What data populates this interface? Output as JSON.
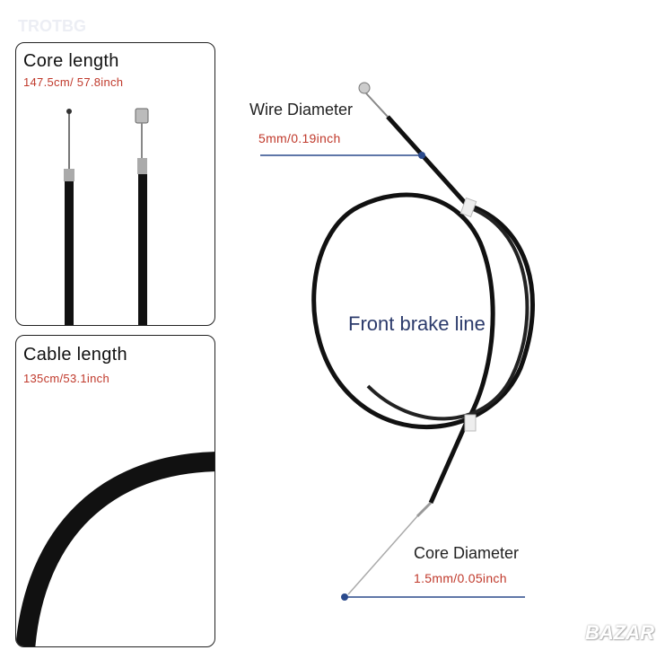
{
  "watermark": "TROTBG",
  "corner_logo": "BAZAR",
  "core_length": {
    "title": "Core length",
    "value": "147.5cm/ 57.8inch"
  },
  "cable_length": {
    "title": "Cable length",
    "value": "135cm/53.1inch"
  },
  "wire_diameter": {
    "title": "Wire Diameter",
    "value": "5mm/0.19inch"
  },
  "center_label": "Front brake line",
  "core_diameter": {
    "title": "Core Diameter",
    "value": "1.5mm/0.05inch"
  },
  "colors": {
    "label_red": "#c0392b",
    "marker_blue": "#2a4a8c",
    "cable": "#111111"
  }
}
